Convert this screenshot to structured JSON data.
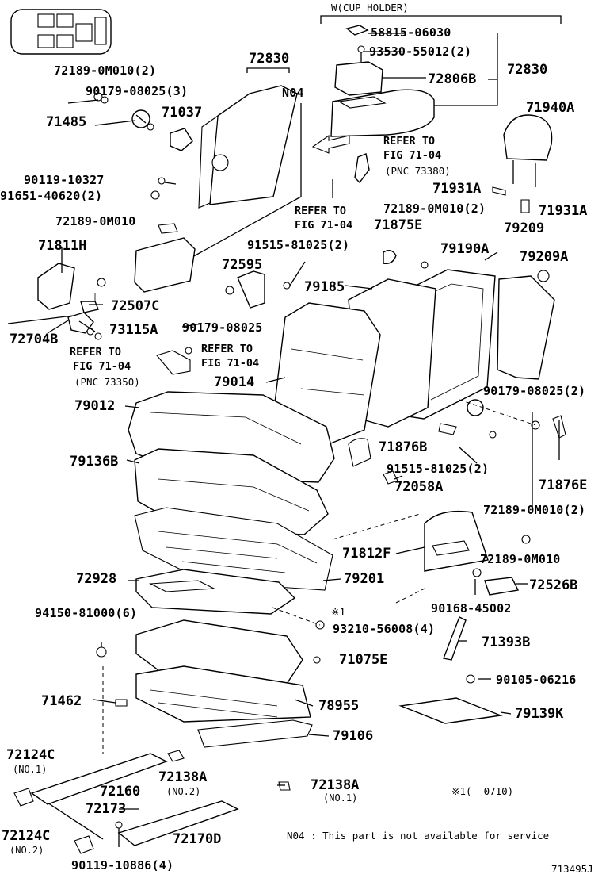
{
  "diagram": {
    "header": "W(CUP HOLDER)",
    "figure_id": "713495J",
    "footnote_n04": "N04 : This part is not available for service",
    "footnote_x1": "※1(    -0710)",
    "x1_mark": "※1",
    "n04_mark": "N04",
    "refer": {
      "r1_line1": "REFER TO",
      "r1_line2": "FIG 71-04",
      "r1_line3": "(PNC 73380)",
      "r2_line1": "REFER TO",
      "r2_line2": "FIG 71-04",
      "r3_line1": "REFER TO",
      "r3_line2": "FIG 71-04",
      "r3_line3": "(PNC 73350)",
      "r4_line1": "REFER TO",
      "r4_line2": "FIG 71-04"
    },
    "parts": {
      "p58815": "58815-06030",
      "p93530": "93530-55012(2)",
      "p72806B": "72806B",
      "p72830_r": "72830",
      "p72830_t": "72830",
      "p72189a": "72189-0M010(2)",
      "p90179a": "90179-08025(3)",
      "p71037": "71037",
      "p71485": "71485",
      "p90119a": "90119-10327",
      "p91651": "91651-40620(2)",
      "p72189b": "72189-0M010",
      "p71940A": "71940A",
      "p71931A1": "71931A",
      "p71931A2": "71931A",
      "p72189c": "72189-0M010(2)",
      "p71875E": "71875E",
      "p79209": "79209",
      "p79190A": "79190A",
      "p79209A": "79209A",
      "p71811H": "71811H",
      "p91515a": "91515-81025(2)",
      "p72595": "72595",
      "p79185": "79185",
      "p72507C": "72507C",
      "p73115A": "73115A",
      "p72704B": "72704B",
      "p90179b": "90179-08025",
      "p79014": "79014",
      "p90179c": "90179-08025(2)",
      "p79012": "79012",
      "p71876B": "71876B",
      "p91515b": "91515-81025(2)",
      "p71876E": "71876E",
      "p79136B": "79136B",
      "p72058A": "72058A",
      "p72189d": "72189-0M010(2)",
      "p71812F": "71812F",
      "p72189e": "72189-0M010",
      "p72928": "72928",
      "p79201": "79201",
      "p72526B": "72526B",
      "p90168": "90168-45002",
      "p94150": "94150-81000(6)",
      "p93210": "93210-56008(4)",
      "p71393B": "71393B",
      "p71075E": "71075E",
      "p90105": "90105-06216",
      "p71462": "71462",
      "p78955": "78955",
      "p79139K": "79139K",
      "p79106": "79106",
      "p72124C_1": "72124C",
      "p72124C_1_sub": "(NO.1)",
      "p72138A_2": "72138A",
      "p72138A_2_sub": "(NO.2)",
      "p72138A_1": "72138A",
      "p72138A_1_sub": "(NO.1)",
      "p72160": "72160",
      "p72173": "72173",
      "p72124C_2": "72124C",
      "p72124C_2_sub": "(NO.2)",
      "p72170D": "72170D",
      "p90119b": "90119-10886(4)"
    }
  }
}
